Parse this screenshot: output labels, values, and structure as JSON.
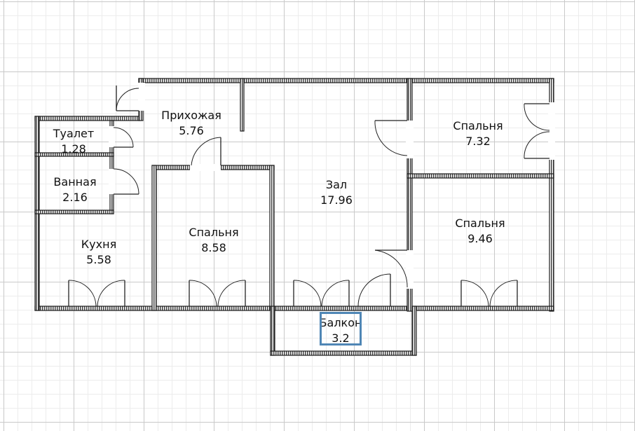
{
  "rooms": {
    "toilet": {
      "name": "Туалет",
      "area": "1.28"
    },
    "bathroom": {
      "name": "Ванная",
      "area": "2.16"
    },
    "kitchen": {
      "name": "Кухня",
      "area": "5.58"
    },
    "hallway": {
      "name": "Прихожая",
      "area": "5.76"
    },
    "bedroom1": {
      "name": "Спальня",
      "area": "8.58"
    },
    "hall": {
      "name": "Зал",
      "area": "17.96"
    },
    "bedroom2": {
      "name": "Спальня",
      "area": "7.32"
    },
    "bedroom3": {
      "name": "Спальня",
      "area": "9.46"
    },
    "balcony": {
      "name": "Балкон",
      "area": "3.2"
    }
  },
  "colors": {
    "selection": "#4f86b5",
    "wall_stroke": "#1a1a1a",
    "grid_major": "#c9c9c9",
    "grid_minor": "#ececec"
  }
}
